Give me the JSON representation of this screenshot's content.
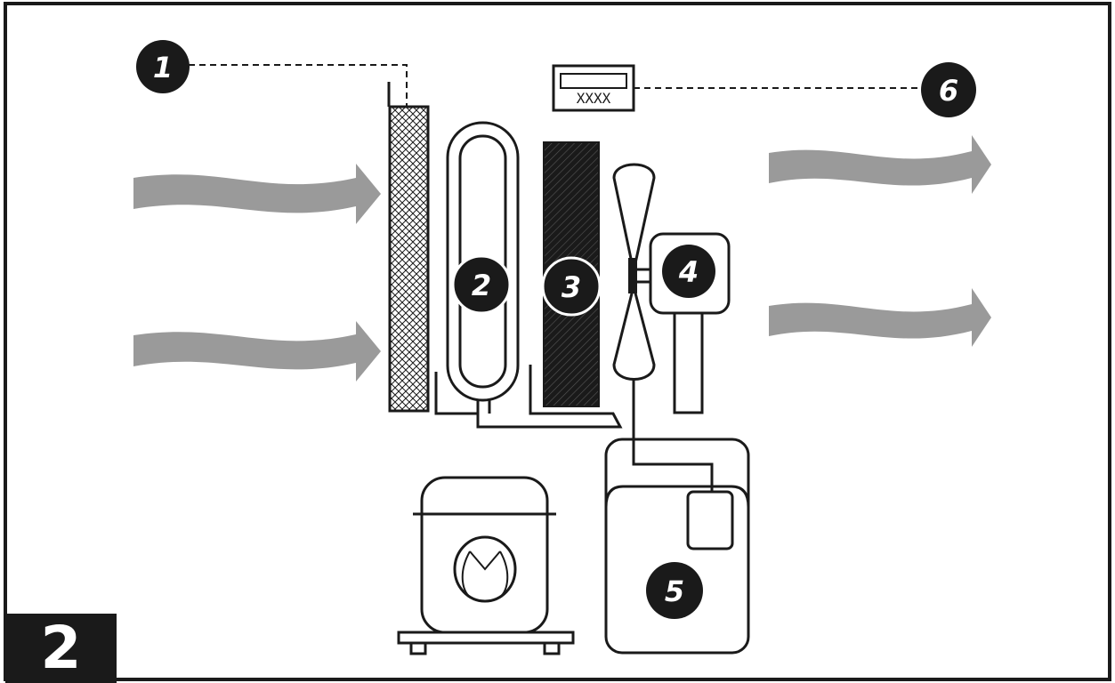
{
  "figure": {
    "number_label": "2"
  },
  "callouts": [
    {
      "id": "c1",
      "label": "1"
    },
    {
      "id": "c2",
      "label": "2"
    },
    {
      "id": "c3",
      "label": "3"
    },
    {
      "id": "c4",
      "label": "4"
    },
    {
      "id": "c5",
      "label": "5"
    },
    {
      "id": "c6",
      "label": "6"
    }
  ],
  "display": {
    "readout": "XXXX"
  },
  "colors": {
    "ink": "#1a1a1a",
    "airflow": "#9a9a9a",
    "background": "#ffffff"
  }
}
